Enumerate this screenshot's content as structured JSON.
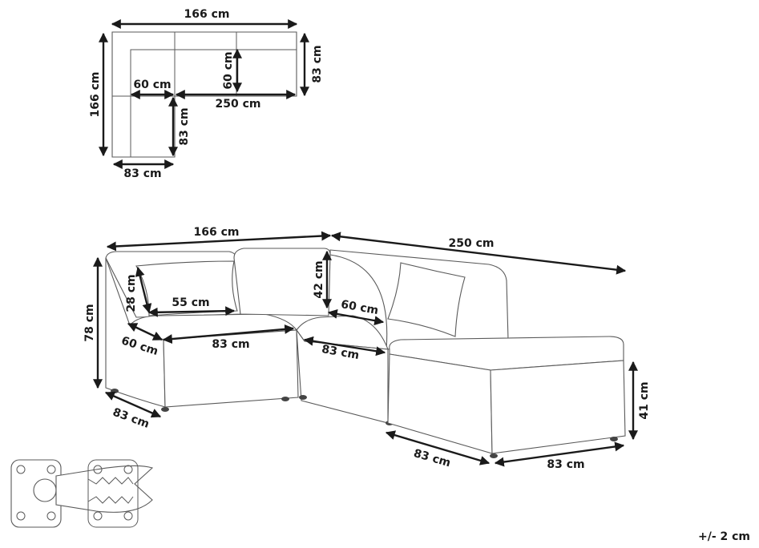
{
  "plan": {
    "top_width": "166 cm",
    "left_height": "166 cm",
    "right_depth": "83 cm",
    "inner_depth": "60 cm",
    "corner_seat": "60 cm",
    "right_length": "250 cm",
    "lower_depth": "83 cm",
    "bottom_width": "83 cm"
  },
  "perspective": {
    "top_width": "166 cm",
    "right_length": "250 cm",
    "height": "78 cm",
    "back_height": "42 cm",
    "pillow_height": "28 cm",
    "pillow_width": "55 cm",
    "seat_depth_left": "60 cm",
    "seat_depth_right": "60 cm",
    "seat_width_left": "83 cm",
    "seat_width_mid": "83 cm",
    "base_depth": "83 cm",
    "ottoman_height": "41 cm",
    "ottoman_depth": "83 cm",
    "ottoman_width": "83 cm"
  },
  "tolerance": "+/- 2 cm"
}
